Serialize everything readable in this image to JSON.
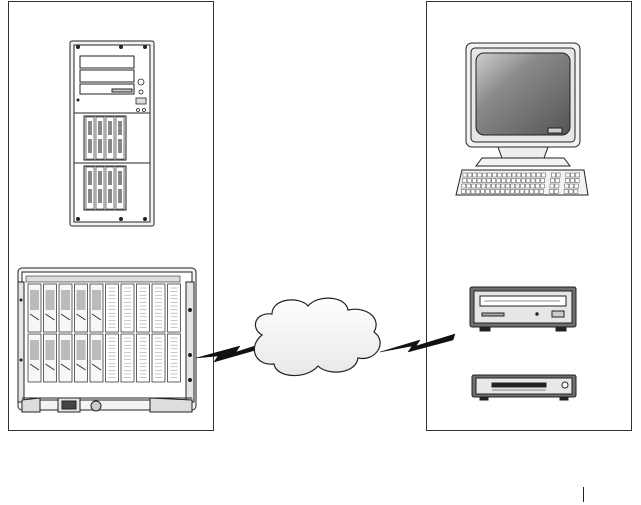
{
  "diagram": {
    "left_group": [
      "tower-server",
      "blade-server-enclosure"
    ],
    "right_group": [
      "workstation-computer",
      "optical-drive",
      "floppy-drive"
    ],
    "network": "cloud",
    "links": [
      {
        "from": "blade-server-enclosure",
        "to": "network-cloud"
      },
      {
        "from": "network-cloud",
        "to": "right-panel"
      }
    ]
  },
  "icons": {
    "tower": "tower-server-icon",
    "blade": "blade-server-icon",
    "monitor": "monitor-icon",
    "keyboard": "keyboard-icon",
    "cd_drive": "optical-drive-icon",
    "floppy": "floppy-drive-icon",
    "cloud": "network-cloud-icon",
    "lightning": "lightning-link-icon"
  },
  "colors": {
    "line": "#222222",
    "screen": "#6f6f6f",
    "light_gray": "#d9d9d9",
    "mid_gray": "#a8a8a8"
  }
}
